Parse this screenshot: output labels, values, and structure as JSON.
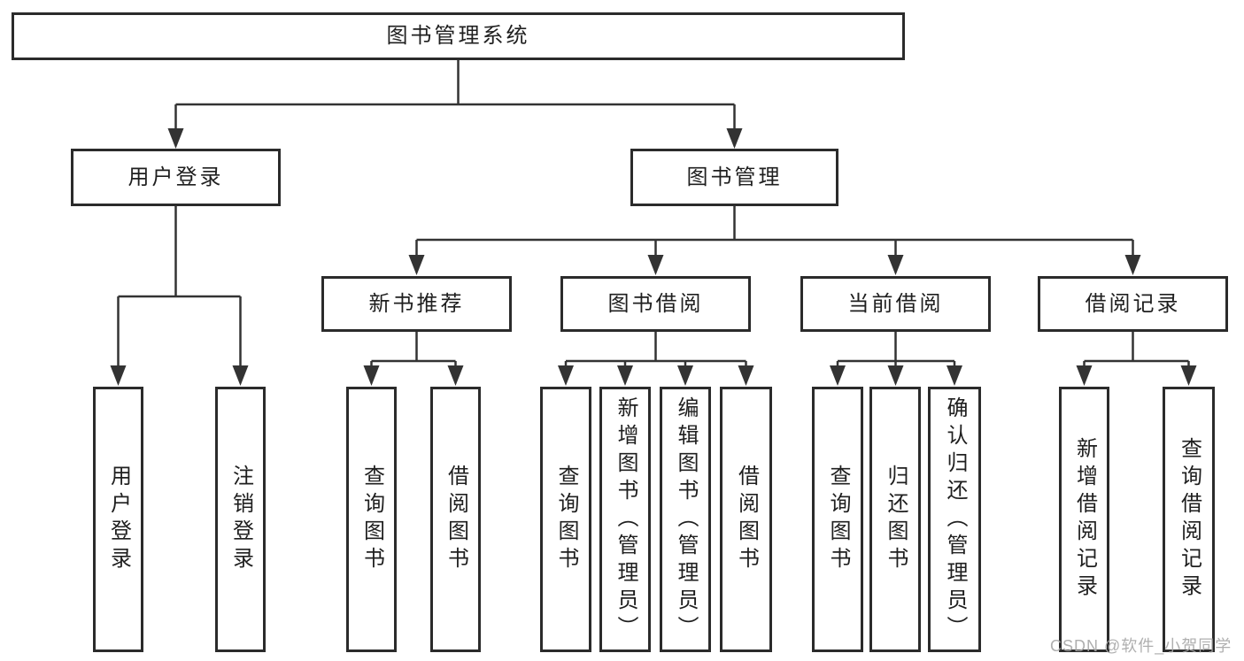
{
  "diagram": {
    "root": "图书管理系统",
    "user_login": {
      "label": "用户登录",
      "leaves": [
        "用户登录",
        "注销登录"
      ]
    },
    "book_mgmt": {
      "label": "图书管理",
      "groups": [
        {
          "label": "新书推荐",
          "leaves": [
            "查询图书",
            "借阅图书"
          ]
        },
        {
          "label": "图书借阅",
          "leaves": [
            "查询图书",
            "新增图书（管理员）",
            "编辑图书（管理员）",
            "借阅图书"
          ]
        },
        {
          "label": "当前借阅",
          "leaves": [
            "查询图书",
            "归还图书",
            "确认归还（管理员）"
          ]
        },
        {
          "label": "借阅记录",
          "leaves": [
            "新增借阅记录",
            "查询借阅记录"
          ]
        }
      ]
    }
  },
  "colors": {
    "line": "#333333",
    "box_border": "#2b2b2b",
    "text": "#1f1f1f",
    "watermark": "#a6a6a6"
  },
  "watermark": {
    "text": "CSDN @软件_小贺同学"
  }
}
